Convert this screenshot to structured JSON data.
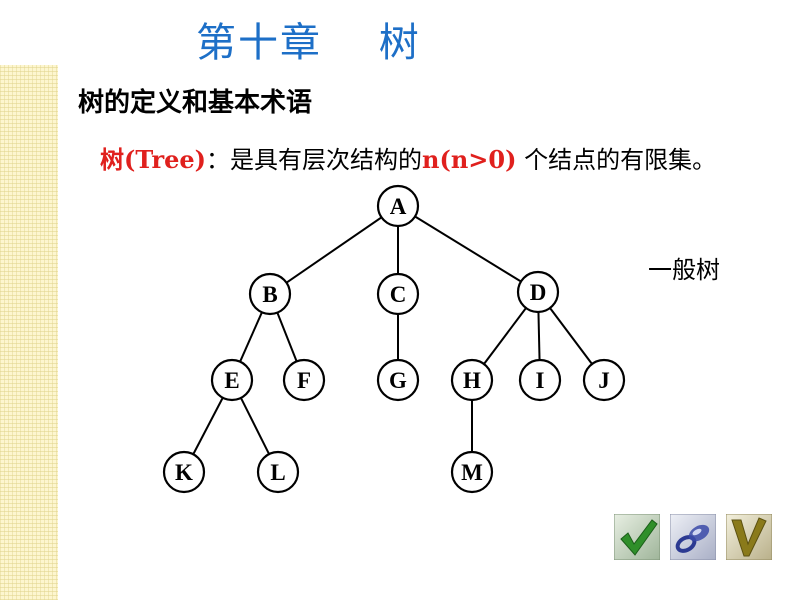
{
  "slide": {
    "title": "第十章　 树",
    "subtitle": "树的定义和基本术语",
    "definition": {
      "term": "树(Tree)",
      "colon": "：",
      "text_before": "是具有层次结构的",
      "count": "n(n>0)",
      "text_after": " 个结点的有限集。"
    },
    "tree_type_label": "一般树"
  },
  "tree": {
    "nodes": [
      "A",
      "B",
      "C",
      "D",
      "E",
      "F",
      "G",
      "H",
      "I",
      "J",
      "K",
      "L",
      "M"
    ],
    "edges": [
      [
        "A",
        "B"
      ],
      [
        "A",
        "C"
      ],
      [
        "A",
        "D"
      ],
      [
        "B",
        "E"
      ],
      [
        "B",
        "F"
      ],
      [
        "C",
        "G"
      ],
      [
        "D",
        "H"
      ],
      [
        "D",
        "I"
      ],
      [
        "D",
        "J"
      ],
      [
        "E",
        "K"
      ],
      [
        "E",
        "L"
      ],
      [
        "H",
        "M"
      ]
    ]
  },
  "navigation": {
    "buttons": [
      {
        "name": "check-icon",
        "color": "#2f8f2a"
      },
      {
        "name": "loop-icon",
        "color": "#3b4aa8"
      },
      {
        "name": "v-icon",
        "color": "#8a7a1a"
      }
    ]
  },
  "colors": {
    "title": "#1d6fc7",
    "accent_red": "#e0201d"
  }
}
